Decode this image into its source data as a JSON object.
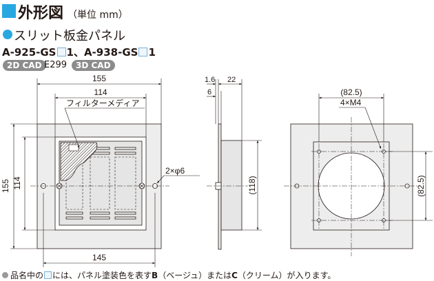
{
  "header": {
    "title": "外形図",
    "unit": "（単位 mm）",
    "accent_color": "#29a7e1"
  },
  "product": {
    "name": "スリット板金パネル",
    "model_a_prefix": "A-925-GS",
    "model_a_suffix": "1",
    "separator": "、",
    "model_b_prefix": "A-938-GS",
    "model_b_suffix": "1"
  },
  "badges": {
    "cad2d": "2D CAD",
    "cad2d_code": "E299",
    "cad3d": "3D CAD"
  },
  "front_view": {
    "width_outer": "155",
    "width_inner": "114",
    "width_bottom": "145",
    "height_outer": "155",
    "height_inner": "114",
    "filter_label": "フィルターメディア",
    "hole_label": "2×φ6"
  },
  "side_view": {
    "dim_a": "1.6",
    "dim_b": "22",
    "dim_c": "6",
    "dim_height": "(118)"
  },
  "back_view": {
    "dim_top": "(82.5)",
    "screw_label": "4×M4",
    "dim_right": "(82.5)"
  },
  "footer": {
    "t1": "品名中の",
    "t2": "には、パネル塗装色を表す",
    "b": "B",
    "t3": "（ベージュ）または",
    "c": "C",
    "t4": "（クリーム）が入ります。"
  }
}
